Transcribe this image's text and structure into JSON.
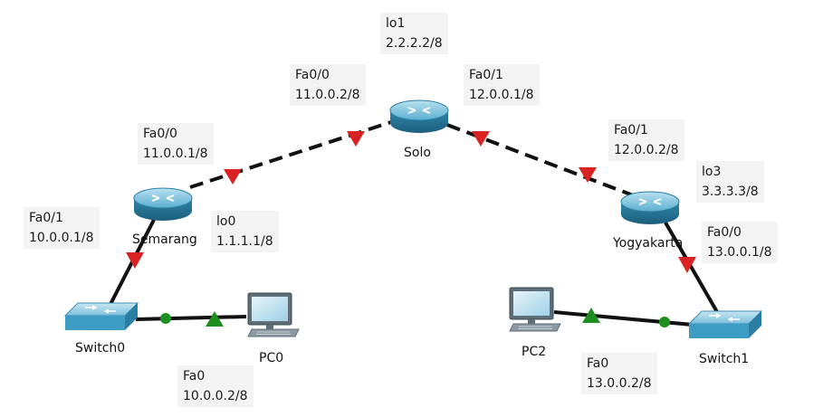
{
  "colors": {
    "link": "#111111",
    "arrow_red": "#d92323",
    "arrow_green": "#1e8f1e",
    "dot_green": "#1e8f1e",
    "label_bg": "#f3f3f3",
    "router_body": "#3f9cc2"
  },
  "devices": {
    "semarang": {
      "name": "Semarang",
      "icon": "router-icon"
    },
    "solo": {
      "name": "Solo",
      "icon": "router-icon"
    },
    "yogyakarta": {
      "name": "Yogyakarta",
      "icon": "router-icon"
    },
    "switch0": {
      "name": "Switch0",
      "icon": "switch-icon"
    },
    "switch1": {
      "name": "Switch1",
      "icon": "switch-icon"
    },
    "pc0": {
      "name": "PC0",
      "icon": "pc-icon"
    },
    "pc2": {
      "name": "PC2",
      "icon": "pc-icon"
    }
  },
  "interfaces": {
    "solo_lo1": {
      "name": "lo1",
      "ip": "2.2.2.2/8"
    },
    "solo_fa00": {
      "name": "Fa0/0",
      "ip": "11.0.0.2/8"
    },
    "solo_fa01": {
      "name": "Fa0/1",
      "ip": "12.0.0.1/8"
    },
    "semarang_fa00": {
      "name": "Fa0/0",
      "ip": "11.0.0.1/8"
    },
    "semarang_fa01": {
      "name": "Fa0/1",
      "ip": "10.0.0.1/8"
    },
    "semarang_lo0": {
      "name": "lo0",
      "ip": "1.1.1.1/8"
    },
    "yogya_fa01": {
      "name": "Fa0/1",
      "ip": "12.0.0.2/8"
    },
    "yogya_lo3": {
      "name": "lo3",
      "ip": "3.3.3.3/8"
    },
    "yogya_fa00": {
      "name": "Fa0/0",
      "ip": "13.0.0.1/8"
    },
    "pc0_fa0": {
      "name": "Fa0",
      "ip": "10.0.0.2/8"
    },
    "pc2_fa0": {
      "name": "Fa0",
      "ip": "13.0.0.2/8"
    }
  }
}
